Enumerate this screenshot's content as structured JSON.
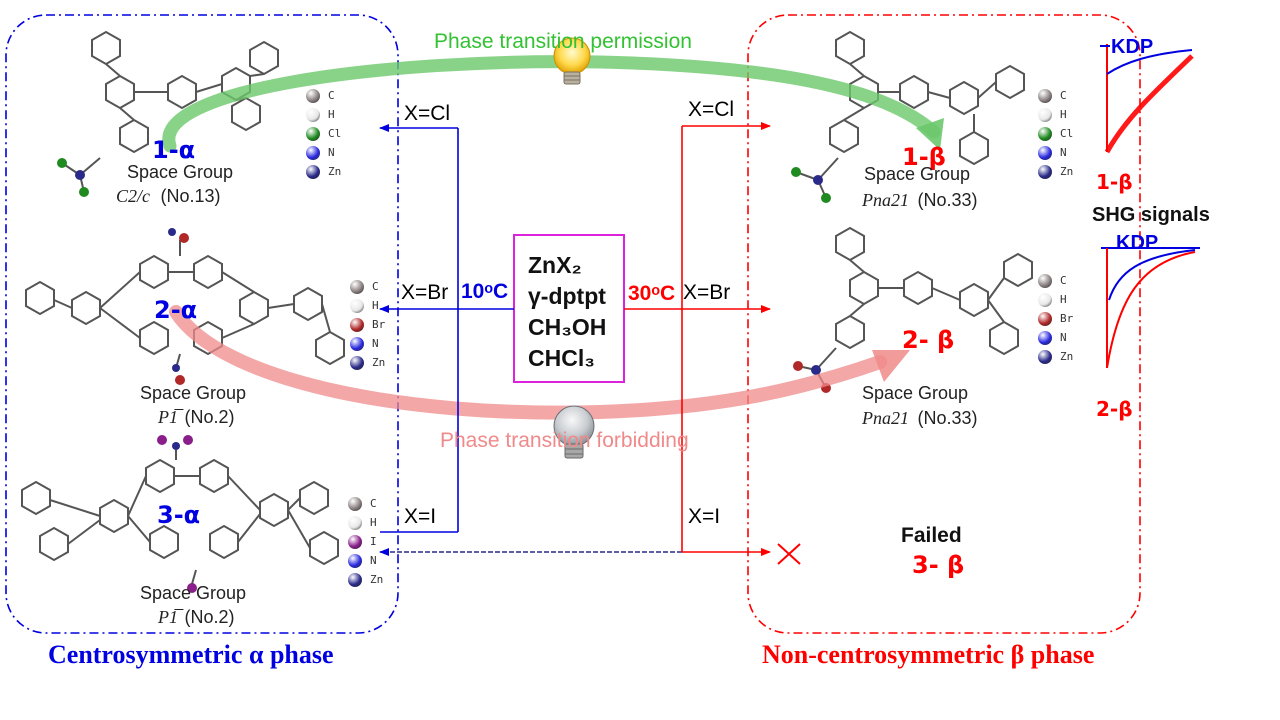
{
  "colors": {
    "alpha_blue": "#0000e0",
    "beta_red": "#ff0000",
    "permission_green": "#22bb22",
    "forbidding_pink": "#f08a8a",
    "reagent_box_border": "#dd22dd"
  },
  "phase_transition_permission": "Phase transition permission",
  "phase_transition_forbidding": "Phase transition forbidding",
  "reagents": {
    "zn": "ZnX₂",
    "ligand": "γ-dptpt",
    "methanol": "CH₃OH",
    "chloroform": "CHCl₃"
  },
  "temperatures": {
    "cold": "10ᵒC",
    "warm": "30ᵒC"
  },
  "branches": {
    "left_cl": "X=Cl",
    "left_br": "X=Br",
    "left_i": "X=I",
    "right_cl": "X=Cl",
    "right_br": "X=Br",
    "right_i": "X=I"
  },
  "alpha": {
    "title": "Centrosymmetric  α phase",
    "compounds": [
      {
        "id": "1-α",
        "space_group_label": "Space Group",
        "space_group": "C2/c",
        "number": "(No.13)",
        "elements": [
          "C",
          "H",
          "Cl",
          "N",
          "Zn"
        ]
      },
      {
        "id": "2-α",
        "space_group_label": "Space Group",
        "space_group": "P1̅",
        "number": "(No.2)",
        "elements": [
          "C",
          "H",
          "Br",
          "N",
          "Zn"
        ]
      },
      {
        "id": "3-α",
        "space_group_label": "Space Group",
        "space_group": "P1̅",
        "number": "(No.2)",
        "elements": [
          "C",
          "H",
          "I",
          "N",
          "Zn"
        ]
      }
    ]
  },
  "beta": {
    "title": "Non-centrosymmetric  β phase",
    "compounds": [
      {
        "id": "1-β",
        "space_group_label": "Space Group",
        "space_group": "Pna21",
        "number": "(No.33)",
        "elements": [
          "C",
          "H",
          "Cl",
          "N",
          "Zn"
        ]
      },
      {
        "id": "2- β",
        "space_group_label": "Space Group",
        "space_group": "Pna21",
        "number": "(No.33)",
        "elements": [
          "C",
          "H",
          "Br",
          "N",
          "Zn"
        ]
      }
    ],
    "failed_label": "Failed",
    "failed_compound": "3- β"
  },
  "shg": {
    "title": "SHG signals",
    "reference": "KDP",
    "sample1": "1-β",
    "sample2": "2-β"
  },
  "element_colors": {
    "C": "#8a8080",
    "H": "#e8e8e8",
    "Cl": "#1f8a1f",
    "Br": "#b02828",
    "I": "#8a1e8a",
    "N": "#2a2ae0",
    "Zn": "#2a2a8a"
  }
}
